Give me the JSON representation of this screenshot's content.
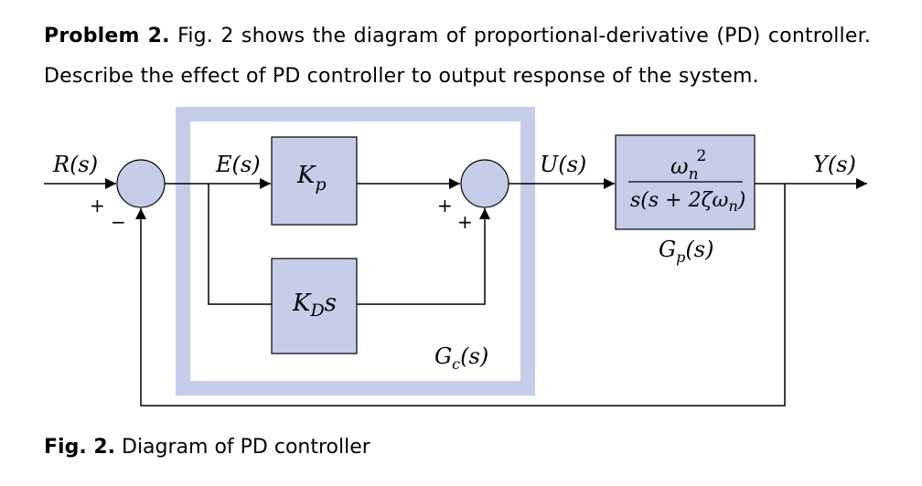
{
  "problem": {
    "label": "Problem 2.",
    "line1": "Fig. 2 shows the diagram of proportional-derivative (PD) controller.",
    "line2": "Describe the effect of PD controller to output response of the system."
  },
  "diagram": {
    "input_signal": "R(s)",
    "error_signal": "E(s)",
    "control_signal": "U(s)",
    "output_signal": "Y(s)",
    "proportional_gain": "K",
    "proportional_sub": "p",
    "derivative_gain": "K",
    "derivative_sub": "D",
    "derivative_var": "s",
    "controller_label": "G",
    "controller_sub": "c",
    "controller_arg": "(s)",
    "plant_num": "ω",
    "plant_num_sub": "n",
    "plant_num_sup": "2",
    "plant_den": "s(s + 2ζω",
    "plant_den_sub": "n",
    "plant_den_close": ")",
    "plant_label": "G",
    "plant_sub": "p",
    "plant_arg": "(s)",
    "sum1_plus": "+",
    "sum1_minus": "−",
    "sum2_plus_a": "+",
    "sum2_plus_b": "+"
  },
  "caption": {
    "label": "Fig. 2.",
    "text": "Diagram of PD controller"
  },
  "colors": {
    "block_fill": "#c5cde8",
    "controller_frame": "#c5cde8"
  }
}
